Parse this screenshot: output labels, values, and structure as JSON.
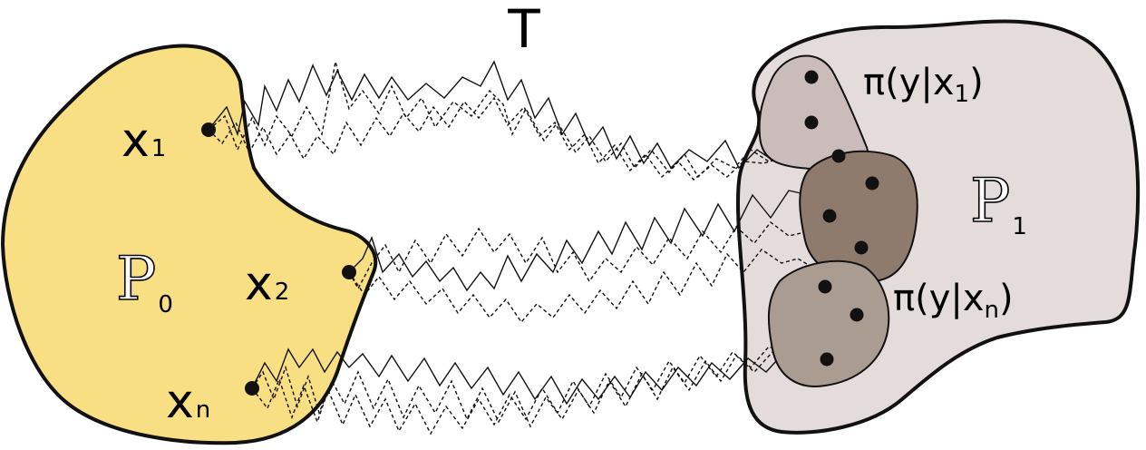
{
  "map_label": "T",
  "source": {
    "set_symbol": "P",
    "set_subscript": "0",
    "points": [
      {
        "base": "x",
        "sub": "1"
      },
      {
        "base": "x",
        "sub": "2"
      },
      {
        "base": "x",
        "sub": "n"
      }
    ]
  },
  "target": {
    "set_symbol": "P",
    "set_subscript": "1",
    "conditionals": [
      {
        "prefix": "π(y|x",
        "sub": "1",
        "suffix": ")"
      },
      {
        "prefix": "π(y|x",
        "sub": "n",
        "suffix": ")"
      }
    ]
  },
  "colors": {
    "source_fill": "#f9df83",
    "target_fill": "#e3dcdb",
    "cond_1_fill": "#cbbcbc",
    "cond_2_fill": "#8f7b6e",
    "cond_n_fill": "#aa9c91",
    "outline": "#111111"
  }
}
